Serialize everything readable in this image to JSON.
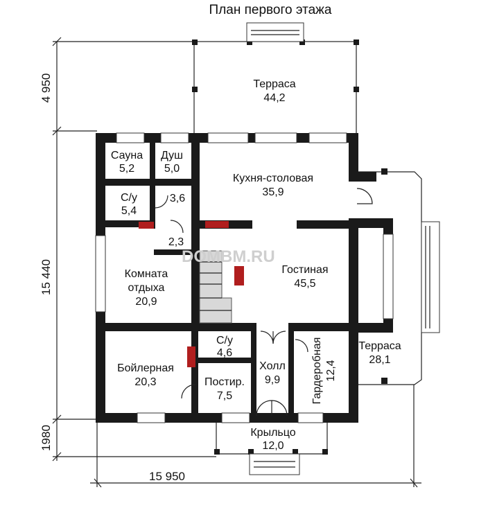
{
  "title": "План первого этажа",
  "watermark": "DOMBM.RU",
  "dimensions": {
    "top": "4 950",
    "middle": "15 440",
    "bottom": "1980",
    "width": "15 950"
  },
  "rooms": {
    "terrace_top": {
      "name": "Терраса",
      "area": "44,2"
    },
    "sauna": {
      "name": "Сауна",
      "area": "5,2"
    },
    "shower": {
      "name": "Душ",
      "area": "5,0"
    },
    "kitchen": {
      "name": "Кухня-столовая",
      "area": "35,9"
    },
    "wc1": {
      "name": "С/у",
      "area": "5,4"
    },
    "corridor1": {
      "area": "3,6"
    },
    "corridor2": {
      "area": "2,3"
    },
    "living": {
      "name": "Гостиная",
      "area": "45,5"
    },
    "rest": {
      "name1": "Комната",
      "name2": "отдыха",
      "area": "20,9"
    },
    "wc2": {
      "name": "С/у",
      "area": "4,6"
    },
    "boiler": {
      "name": "Бойлерная",
      "area": "20,3"
    },
    "laundry": {
      "name": "Постир.",
      "area": "7,5"
    },
    "hall": {
      "name": "Холл",
      "area": "9,9"
    },
    "wardrobe": {
      "name": "Гардеробная",
      "area": "12,4"
    },
    "terrace_right": {
      "name": "Терраса",
      "area": "28,1"
    },
    "porch": {
      "name": "Крыльцо",
      "area": "12,0"
    }
  },
  "colors": {
    "wall": "#1a1a1a",
    "fireplace": "#b01e1e",
    "stair": "#d8d8d8"
  }
}
